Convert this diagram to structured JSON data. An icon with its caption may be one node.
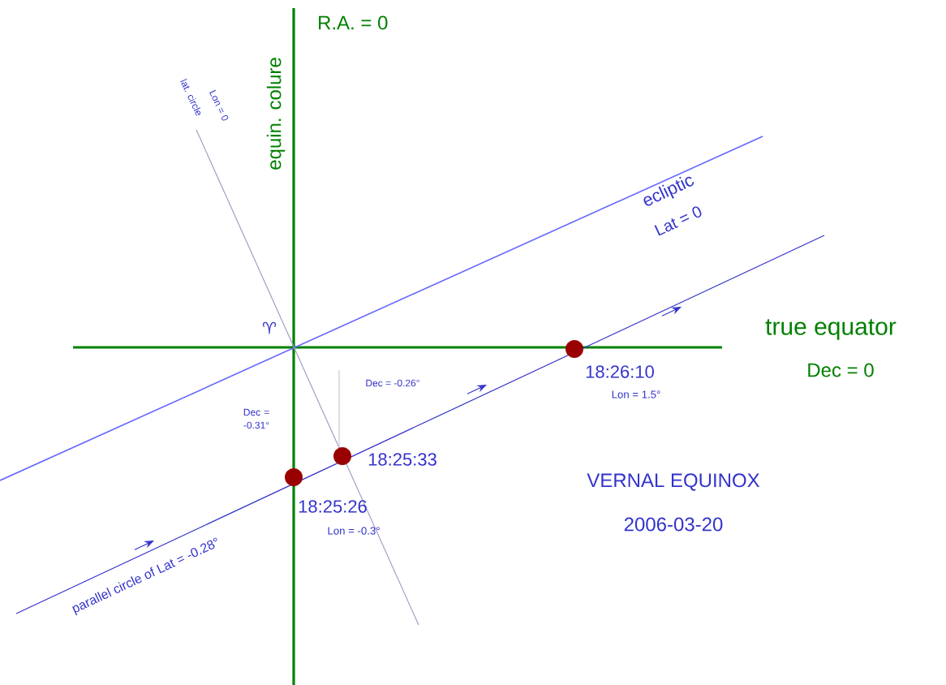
{
  "diagram": {
    "nodes": [
      {
        "text": [],
        "shape": "circle",
        "beside": [
          "18:25:26",
          "Lon = -0.3°"
        ]
      },
      {
        "text": [],
        "shape": "circle",
        "beside": [
          "18:25:33"
        ]
      },
      {
        "text": [],
        "shape": "circle",
        "beside": [
          "18:26:10",
          "Lon = 1.5°"
        ]
      }
    ],
    "edges": [],
    "labels": [
      "R.A. = 0",
      "equin. colure",
      "lat. circle",
      "Lon = 0",
      "ecliptic",
      "Lat = 0",
      "♈",
      "true equator",
      "Dec = 0",
      "Dec = -0.26°",
      "Dec = -0.31°",
      "parallel circle of Lat = -0.28°",
      "VERNAL EQUINOX",
      "2006-03-20"
    ]
  }
}
